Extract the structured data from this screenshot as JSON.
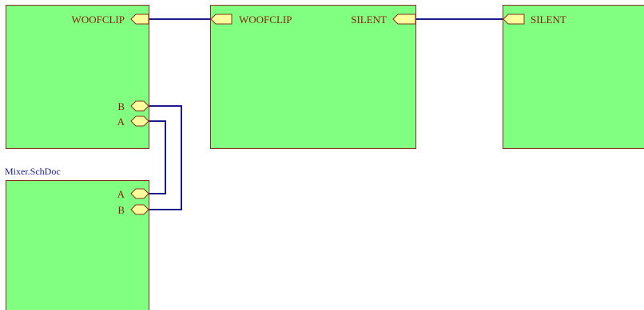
{
  "colors": {
    "sheet_fill": "#80ff80",
    "sheet_border": "#8b2c1e",
    "port_fill": "#ffff9c",
    "wire": "#1a1a8a",
    "port_text": "#8b1a0e",
    "filename_text": "#1a1a8a"
  },
  "sheets": {
    "left_top": {
      "ports": {
        "woofclip": "WOOFCLIP",
        "b": "B",
        "a": "A"
      }
    },
    "left_bottom": {
      "filename": "Mixer.SchDoc",
      "ports": {
        "a": "A",
        "b": "B"
      }
    },
    "middle": {
      "ports": {
        "woofclip": "WOOFCLIP",
        "silent": "SILENT"
      }
    },
    "right": {
      "ports": {
        "silent": "SILENT"
      }
    }
  }
}
